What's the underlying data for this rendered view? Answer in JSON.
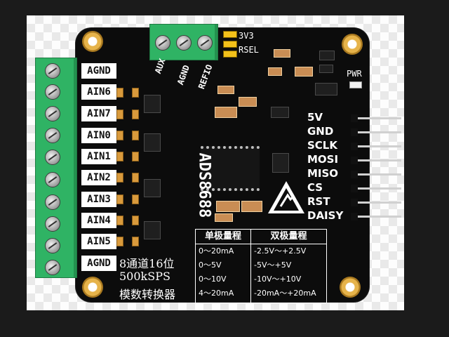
{
  "board": {
    "chip_label": "ADS8688",
    "left_pins": [
      "AGND",
      "AIN6",
      "AIN7",
      "AIN0",
      "AIN1",
      "AIN2",
      "AIN3",
      "AIN4",
      "AIN5",
      "AGND"
    ],
    "top_pins": [
      "AUX",
      "AGND",
      "REFIO"
    ],
    "top_jumper_labels": [
      "3V3",
      "RSEL"
    ],
    "pwr_label": "PWR",
    "right_pins": [
      "5V",
      "GND",
      "SCLK",
      "MOSI",
      "MISO",
      "CS",
      "RST",
      "DAISY"
    ],
    "description": [
      "8通道16位",
      "500kSPS",
      "模数转换器"
    ],
    "range_table": {
      "unipolar_header": "单极量程",
      "bipolar_header": "双极量程",
      "unipolar": [
        "0～20mA",
        "0～5V",
        "0～10V",
        "4～20mA"
      ],
      "bipolar": [
        "-2.5V～+2.5V",
        "-5V～+5V",
        "-10V～+10V",
        "-20mA～+20mA"
      ]
    },
    "colors": {
      "board": "#0c0c0c",
      "terminal": "#2fb364",
      "gold": "#e6b34a",
      "header_jumper": "#f3c11a"
    }
  }
}
